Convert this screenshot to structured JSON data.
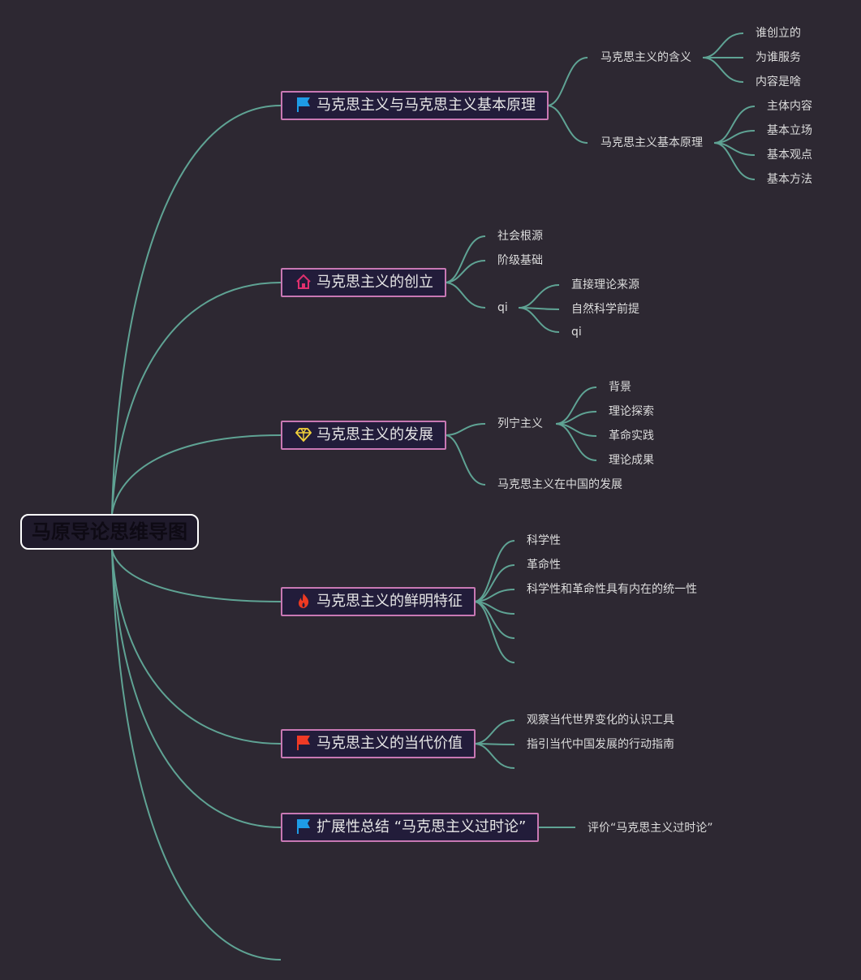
{
  "root": {
    "label": "马原导论思维导图"
  },
  "branches": [
    {
      "label": "马克思主义与马克思主义基本原理",
      "icon": "blue-flag-icon",
      "children": [
        {
          "label": "马克思主义的含义",
          "children": [
            "谁创立的",
            "为谁服务",
            "内容是啥"
          ]
        },
        {
          "label": "马克思主义基本原理",
          "children": [
            "主体内容",
            "基本立场",
            "基本观点",
            "基本方法"
          ]
        }
      ]
    },
    {
      "label": "马克思主义的创立",
      "icon": "house-icon",
      "children": [
        {
          "label": "社会根源"
        },
        {
          "label": "阶级基础"
        },
        {
          "label": "qi",
          "children": [
            "直接理论来源",
            "自然科学前提",
            "qi"
          ]
        }
      ]
    },
    {
      "label": "马克思主义的发展",
      "icon": "diamond-icon",
      "children": [
        {
          "label": "列宁主义",
          "children": [
            "背景",
            "理论探索",
            "革命实践",
            "理论成果"
          ]
        },
        {
          "label": "马克思主义在中国的发展"
        }
      ]
    },
    {
      "label": "马克思主义的鲜明特征",
      "icon": "fire-icon",
      "children": [
        {
          "label": "科学性"
        },
        {
          "label": "革命性"
        },
        {
          "label": "科学性和革命性具有内在的统一性"
        },
        {
          "label": ""
        },
        {
          "label": ""
        },
        {
          "label": ""
        }
      ]
    },
    {
      "label": "马克思主义的当代价值",
      "icon": "red-flag-icon",
      "children": [
        {
          "label": "观察当代世界变化的认识工具"
        },
        {
          "label": "指引当代中国发展的行动指南"
        },
        {
          "label": ""
        }
      ]
    },
    {
      "label": "扩展性总结 “马克思主义过时论”",
      "icon": "blue-flag-icon",
      "children": [
        {
          "label": "评价“马克思主义过时论”"
        }
      ]
    }
  ],
  "colors": {
    "background": "#2d2832",
    "connector": "#5fa394",
    "branch_border": "#c878b4",
    "branch_fill": "#221c3a",
    "root_border": "#ffffff"
  }
}
